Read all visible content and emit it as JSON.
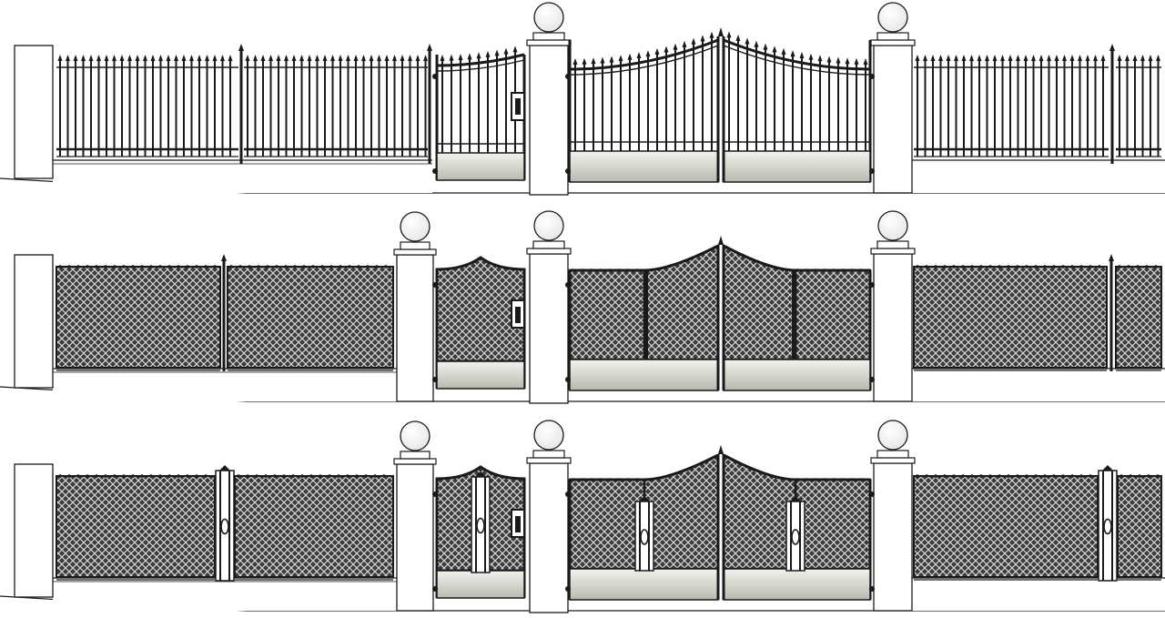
{
  "drawing": {
    "kind": "fence and gate elevation drawings",
    "row_count": 3,
    "rows": [
      {
        "id": "row-1",
        "infill": "vertical-spear-bars",
        "gate_style": "arched-top-spear-bars"
      },
      {
        "id": "row-2",
        "infill": "diamond-lattice-mesh",
        "gate_style": "arched-top-lattice"
      },
      {
        "id": "row-3",
        "infill": "diamond-lattice-mesh-with-ornamental-pilasters",
        "gate_style": "arched-top-lattice-with-ornamental-pilasters"
      }
    ],
    "components_per_row": [
      "wall-end-pier",
      "fence-panel",
      "pedestrian-gate",
      "ball-finial-pillar",
      "double-driveway-gate",
      "ball-finial-pillar",
      "fence-panel"
    ],
    "colors": {
      "line": "#1a1a1a",
      "mesh": "#3a3a3a",
      "kick_plate": "#dcdcd4",
      "background": "#ffffff"
    }
  }
}
